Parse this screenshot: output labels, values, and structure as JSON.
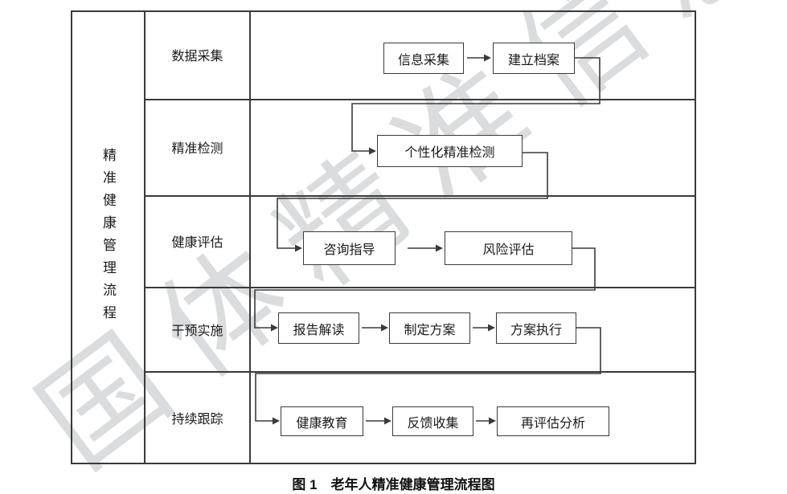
{
  "figure": {
    "vertical_title": "精准健康管理流程",
    "caption": "图 1　老年人精准健康管理流程图"
  },
  "stages": [
    {
      "label": "数据采集",
      "nodes": [
        {
          "label": "信息采集"
        },
        {
          "label": "建立档案"
        }
      ]
    },
    {
      "label": "精准检测",
      "nodes": [
        {
          "label": "个性化精准检测"
        }
      ]
    },
    {
      "label": "健康评估",
      "nodes": [
        {
          "label": "咨询指导"
        },
        {
          "label": "风险评估"
        }
      ]
    },
    {
      "label": "干预实施",
      "nodes": [
        {
          "label": "报告解读"
        },
        {
          "label": "制定方案"
        },
        {
          "label": "方案执行"
        }
      ]
    },
    {
      "label": "持续跟踪",
      "nodes": [
        {
          "label": "健康教育"
        },
        {
          "label": "反馈收集"
        },
        {
          "label": "再评估分析"
        }
      ]
    }
  ],
  "watermark": {
    "approx_text": "国体精准信息",
    "color": "#d4d7d9"
  },
  "colors": {
    "line": "#3a3a3a",
    "background": "#ffffff",
    "text": "#1a1a1a"
  }
}
